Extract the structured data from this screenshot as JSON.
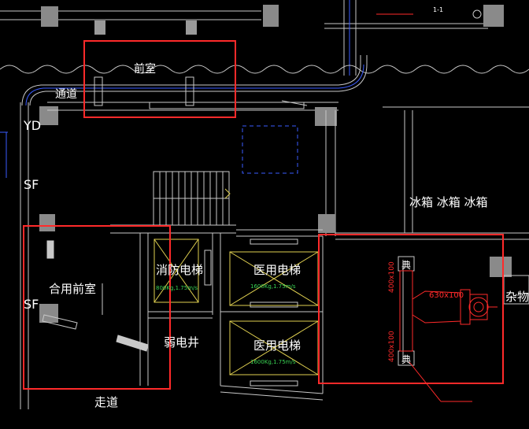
{
  "labels": {
    "front_room": "前室",
    "passage": "通道",
    "yd": "YD",
    "sf_top": "SF",
    "sf_bottom": "SF",
    "fridge": "冰箱 冰箱 冰箱",
    "combined_front_room": "合用前室",
    "fire_elevator": "消防电梯",
    "medical_elevator_1": "医用电梯",
    "medical_elevator_2": "医用电梯",
    "weak_shaft": "弱电井",
    "corridor": "走道",
    "storage": "杂物",
    "spec_fire": "800Kg,1.75m/s",
    "spec_med_1": "1600Kg,1.75m/s",
    "spec_med_2": "1600Kg,1.75m/s",
    "duct_630": "630x100",
    "duct_400_a": "400x100",
    "duct_400_b": "400x100",
    "dian_1": "典",
    "dian_2": "典",
    "section": "1-1"
  },
  "colors": {
    "background": "#000000",
    "wall": "#c8c8c8",
    "highlight": "#ff2a2a",
    "dashed": "#3a5cff",
    "spec": "#39d353",
    "elevator_x": "#e0d050"
  }
}
